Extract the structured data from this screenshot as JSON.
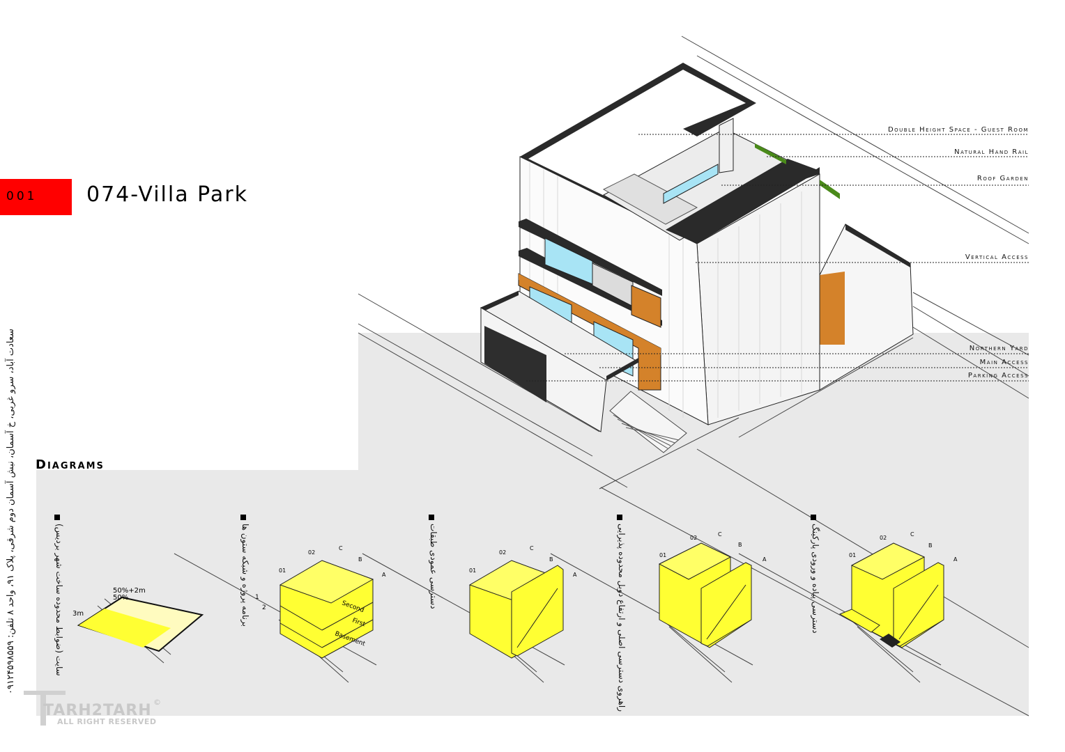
{
  "sheet": {
    "number": "001",
    "title": "074-Villa Park"
  },
  "callouts": [
    "Double Height Space - Guest Room",
    "Natural Hand Rail",
    "Roof Garden",
    "Vertical Access",
    "Northern Yard",
    "Main Access",
    "Parking Access"
  ],
  "diagrams_heading": "Diagrams",
  "diagrams": [
    "سایت (ضوابط محدوده ساخت شهر بردیس)",
    "برنامه پروژه و شبکه ستون ها",
    "دسترسی عمودی طبقات",
    "راهروی دسترسی اصلی و ارتفاع دوبل محدوده پذیرایی",
    "دسترسی پیاده و ورودی پارکینگ"
  ],
  "site_dims": {
    "top_pct": "50%+2m",
    "mid_pct": "50%",
    "side": "3m"
  },
  "grid_labels": {
    "rows": [
      "01",
      "02"
    ],
    "cols": [
      "A",
      "B",
      "C"
    ],
    "levels": [
      "Second",
      "First",
      "Basement"
    ],
    "axis": [
      "1",
      "2"
    ]
  },
  "address": "سعادت آباد، سرو غربی، خ آسمان، نبش آسمان دوم شرقی، پلاک ۹۱، واحد ۸ تلفن: ۰۹۱۲۴۵۹۸۵۵۹",
  "logo": {
    "name": "TARH2TARH",
    "tagline": "ALL RIGHT RESERVED",
    "mark": "©"
  },
  "colors": {
    "accent": "#ff0000",
    "yellow": "#ffff33",
    "panel": "#e9e9e9",
    "wood": "#d4822a",
    "glass": "#a8e4f5",
    "green": "#4a8a1a"
  }
}
